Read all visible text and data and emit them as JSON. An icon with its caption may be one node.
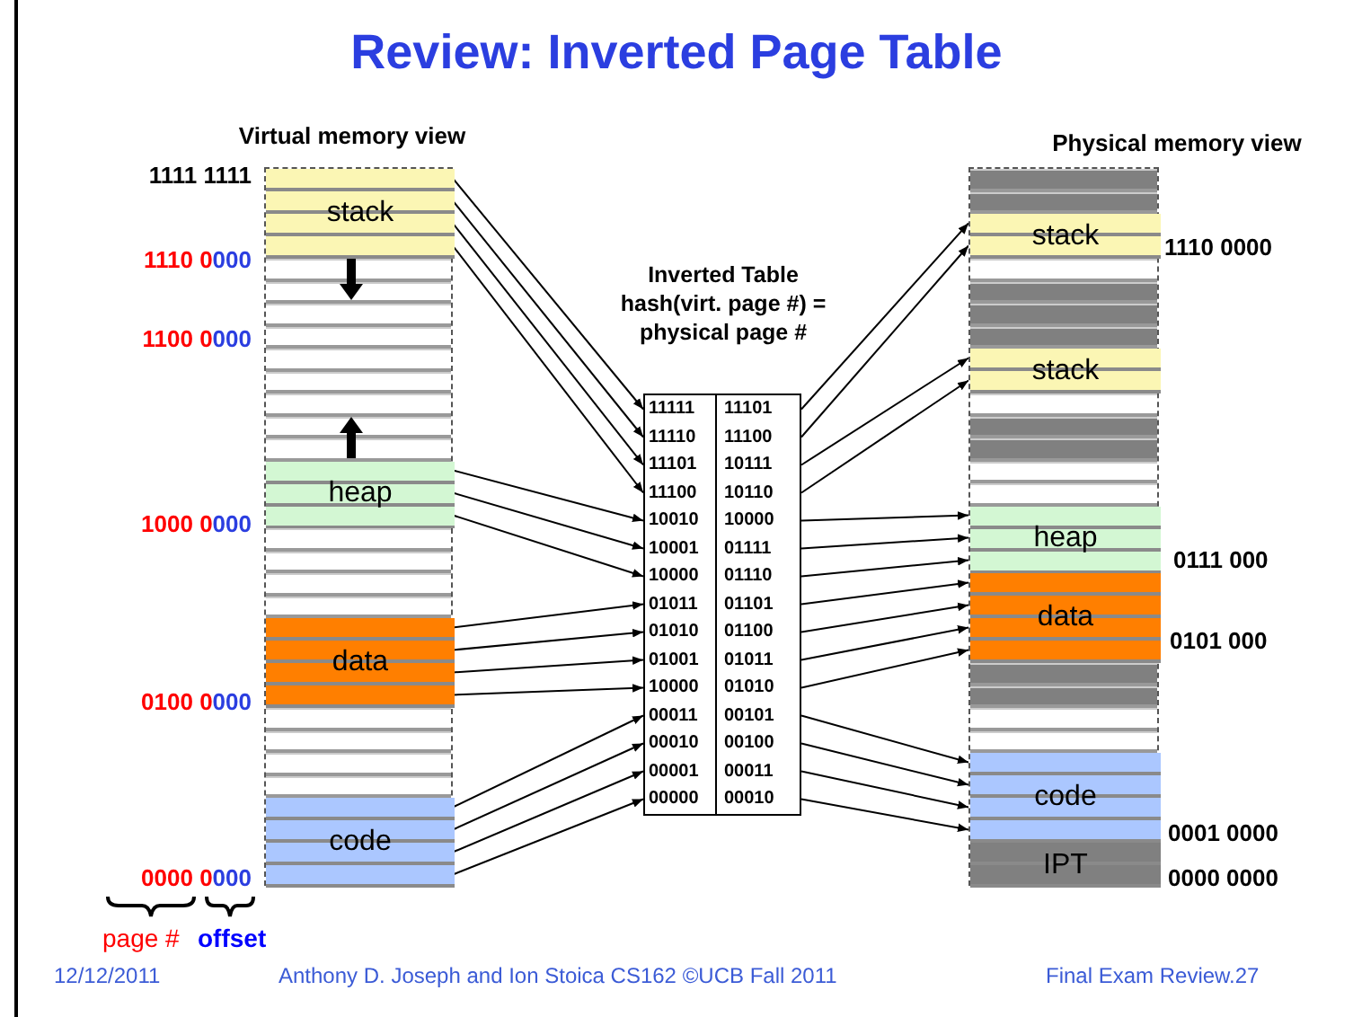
{
  "diagram": {
    "title": "Review: Inverted Page Table",
    "nodes": [
      {
        "text": [
          "Virtual memory view"
        ]
      },
      {
        "text": [
          "stack"
        ],
        "in": 0
      },
      {
        "text": [
          "heap"
        ],
        "in": 0
      },
      {
        "text": [
          "data"
        ],
        "in": 0
      },
      {
        "text": [
          "code"
        ],
        "in": 0
      },
      {
        "text": [
          "Inverted Table hash(virt. page #) = physical page #"
        ]
      },
      {
        "text": [
          "11111",
          "11101"
        ],
        "in": 5
      },
      {
        "text": [
          "11110",
          "11100"
        ],
        "in": 5
      },
      {
        "text": [
          "11101",
          "10111"
        ],
        "in": 5
      },
      {
        "text": [
          "11100",
          "10110"
        ],
        "in": 5
      },
      {
        "text": [
          "10010",
          "10000"
        ],
        "in": 5
      },
      {
        "text": [
          "10001",
          "01111"
        ],
        "in": 5
      },
      {
        "text": [
          "10000",
          "01110"
        ],
        "in": 5
      },
      {
        "text": [
          "01011",
          "01101"
        ],
        "in": 5
      },
      {
        "text": [
          "01010",
          "01100"
        ],
        "in": 5
      },
      {
        "text": [
          "01001",
          "01011"
        ],
        "in": 5
      },
      {
        "text": [
          "10000",
          "01010"
        ],
        "in": 5
      },
      {
        "text": [
          "00011",
          "00101"
        ],
        "in": 5
      },
      {
        "text": [
          "00010",
          "00100"
        ],
        "in": 5
      },
      {
        "text": [
          "00001",
          "00011"
        ],
        "in": 5
      },
      {
        "text": [
          "00000",
          "00010"
        ],
        "in": 5
      },
      {
        "text": [
          "Physical memory view"
        ]
      },
      {
        "text": [
          "stack"
        ],
        "in": 21
      },
      {
        "text": [
          "stack"
        ],
        "in": 21
      },
      {
        "text": [
          "heap"
        ],
        "in": 21
      },
      {
        "text": [
          "data"
        ],
        "in": 21
      },
      {
        "text": [
          "code"
        ],
        "in": 21
      },
      {
        "text": [
          "IPT"
        ],
        "in": 21
      }
    ],
    "edges": [
      {
        "from": 1,
        "to": 6,
        "arrow": "to"
      },
      {
        "from": 1,
        "to": 7,
        "arrow": "to"
      },
      {
        "from": 1,
        "to": 8,
        "arrow": "to"
      },
      {
        "from": 1,
        "to": 9,
        "arrow": "to"
      },
      {
        "from": 2,
        "to": 10,
        "arrow": "to"
      },
      {
        "from": 2,
        "to": 11,
        "arrow": "to"
      },
      {
        "from": 2,
        "to": 12,
        "arrow": "to"
      },
      {
        "from": 3,
        "to": 13,
        "arrow": "to"
      },
      {
        "from": 3,
        "to": 14,
        "arrow": "to"
      },
      {
        "from": 3,
        "to": 15,
        "arrow": "to"
      },
      {
        "from": 3,
        "to": 16,
        "arrow": "to"
      },
      {
        "from": 4,
        "to": 17,
        "arrow": "to"
      },
      {
        "from": 4,
        "to": 18,
        "arrow": "to"
      },
      {
        "from": 4,
        "to": 19,
        "arrow": "to"
      },
      {
        "from": 4,
        "to": 20,
        "arrow": "to"
      },
      {
        "from": 6,
        "to": 22,
        "arrow": "to"
      },
      {
        "from": 7,
        "to": 22,
        "arrow": "to"
      },
      {
        "from": 8,
        "to": 23,
        "arrow": "to"
      },
      {
        "from": 9,
        "to": 23,
        "arrow": "to"
      },
      {
        "from": 10,
        "to": 24,
        "arrow": "to"
      },
      {
        "from": 11,
        "to": 24,
        "arrow": "to"
      },
      {
        "from": 12,
        "to": 24,
        "arrow": "to"
      },
      {
        "from": 13,
        "to": 25,
        "arrow": "to"
      },
      {
        "from": 14,
        "to": 25,
        "arrow": "to"
      },
      {
        "from": 15,
        "to": 25,
        "arrow": "to"
      },
      {
        "from": 16,
        "to": 25,
        "arrow": "to"
      },
      {
        "from": 17,
        "to": 26,
        "arrow": "to"
      },
      {
        "from": 18,
        "to": 26,
        "arrow": "to"
      },
      {
        "from": 19,
        "to": 26,
        "arrow": "to"
      },
      {
        "from": 20,
        "to": 26,
        "arrow": "to"
      }
    ],
    "labels": [
      "1111 1111",
      "1110 0000",
      "1100 0000",
      "1000 0000",
      "0100 0000",
      "0000 0000",
      "page #",
      "offset",
      "1110 0000",
      "0111 000",
      "0101 000",
      "0001 0000",
      "0000 0000",
      "12/12/2011",
      "Anthony D. Joseph and Ion Stoica CS162 ©UCB Fall 2011",
      "Final Exam Review.27"
    ]
  }
}
